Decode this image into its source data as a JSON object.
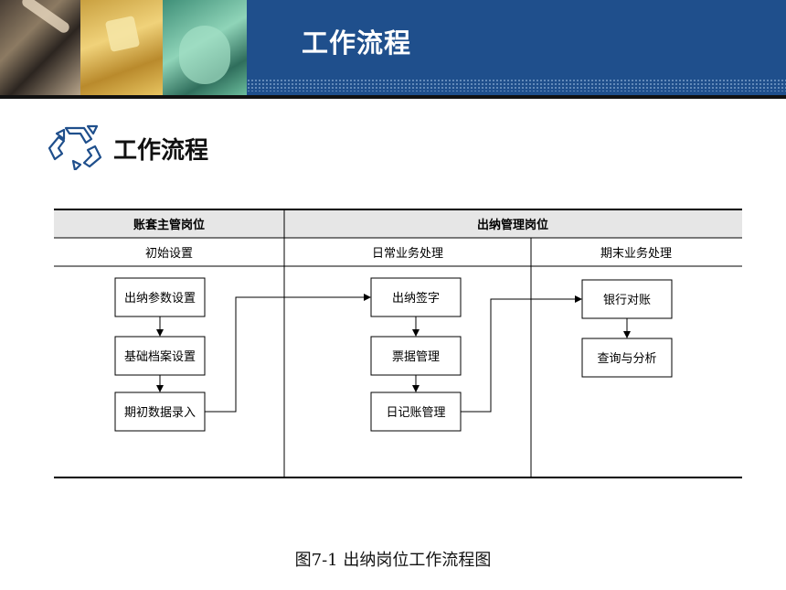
{
  "banner": {
    "title": "工作流程"
  },
  "heading": {
    "title": "工作流程",
    "icon": "recycle-arrows-icon"
  },
  "table": {
    "col_headers": [
      "账套主管岗位",
      "出纳管理岗位"
    ],
    "sub_headers": [
      "初始设置",
      "日常业务处理",
      "期末业务处理"
    ]
  },
  "flow": {
    "col1": [
      "出纳参数设置",
      "基础档案设置",
      "期初数据录入"
    ],
    "col2": [
      "出纳签字",
      "票据管理",
      "日记账管理"
    ],
    "col3": [
      "银行对账",
      "查询与分析"
    ]
  },
  "caption": "图7-1  出纳岗位工作流程图",
  "colors": {
    "banner": "#1f4f8c",
    "header_row": "#e6e6e6",
    "line": "#000000"
  }
}
